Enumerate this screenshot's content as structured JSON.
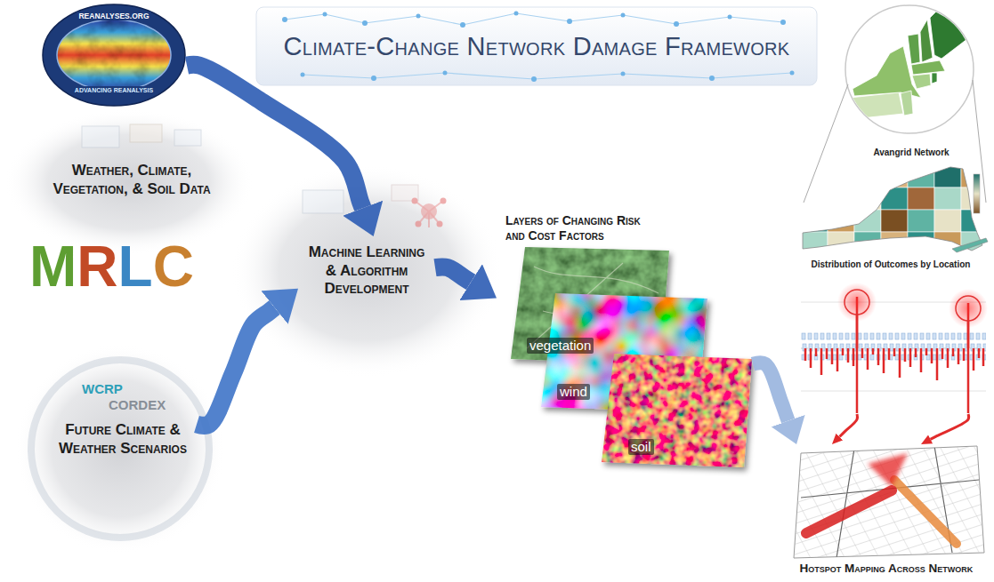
{
  "diagram": {
    "title": "Climate-Change Network Damage Framework",
    "nodes": [
      {
        "text": [
          "REANALYSES.ORG",
          "ADVANCING REANALYSIS"
        ]
      },
      {
        "text": [
          "Weather, Climate, Vegetation, & Soil Data"
        ]
      },
      {
        "text": [
          "Future Climate & Weather Scenarios"
        ]
      },
      {
        "text": [
          "Machine Learning & Algorithm Development"
        ]
      },
      {
        "text": [
          "Layers of Changing Risk and Cost Factors"
        ]
      },
      {
        "text": [
          "vegetation"
        ],
        "in": 4
      },
      {
        "text": [
          "wind"
        ],
        "in": 4
      },
      {
        "text": [
          "soil"
        ],
        "in": 4
      },
      {
        "text": [
          "Avangrid Network"
        ]
      },
      {
        "text": [
          "Distribution of Outcomes by Location"
        ]
      },
      {
        "text": [
          "Hotspot Mapping Across Network"
        ]
      }
    ],
    "edges": [
      {
        "from": 0,
        "to": 3,
        "arrow": "to"
      },
      {
        "from": 2,
        "to": 3,
        "arrow": "to"
      },
      {
        "from": 3,
        "to": 4,
        "arrow": "to"
      },
      {
        "from": 4,
        "to": 10,
        "arrow": "to"
      },
      {
        "from": 9,
        "to": 10,
        "arrow": "to"
      },
      {
        "from": 9,
        "to": 10,
        "arrow": "to"
      }
    ],
    "labels": [
      "MRLC",
      "WCRP",
      "CORDEX"
    ]
  }
}
